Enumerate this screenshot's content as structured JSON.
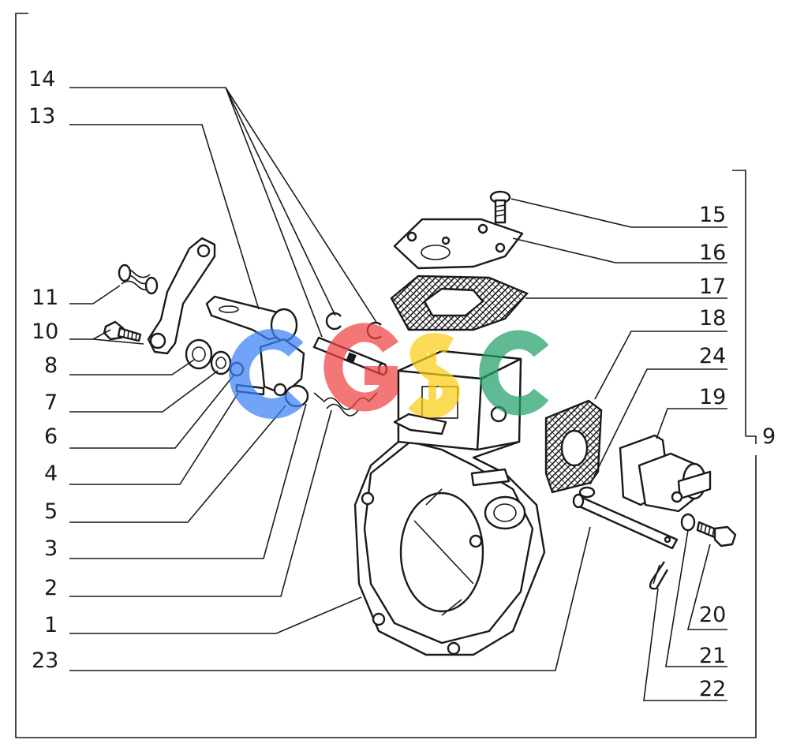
{
  "callouts": {
    "c1": "1",
    "c2": "2",
    "c3": "3",
    "c4": "4",
    "c5": "5",
    "c6": "6",
    "c7": "7",
    "c8": "8",
    "c9": "9",
    "c10": "10",
    "c11": "11",
    "c13": "13",
    "c14": "14",
    "c15": "15",
    "c16": "16",
    "c17": "17",
    "c18": "18",
    "c19": "19",
    "c20": "20",
    "c21": "21",
    "c22": "22",
    "c23": "23",
    "c24": "24"
  },
  "watermark": {
    "letters": [
      "C",
      "G",
      "S",
      "C"
    ],
    "colors": [
      "#3b82f6",
      "#ef4444",
      "#facc15",
      "#22a06b"
    ]
  },
  "colors": {
    "ink": "#1a1a1a",
    "paper": "#ffffff"
  }
}
